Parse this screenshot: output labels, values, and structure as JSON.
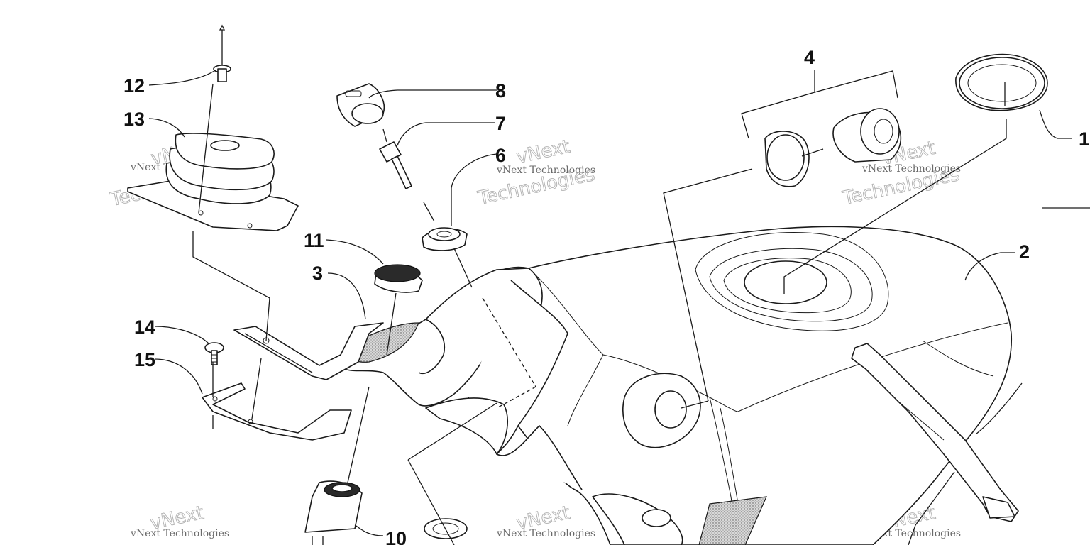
{
  "callouts": {
    "c1": "1",
    "c2": "2",
    "c3": "3",
    "c4": "4",
    "c6": "6",
    "c7": "7",
    "c8": "8",
    "c10": "10",
    "c11": "11",
    "c12": "12",
    "c13": "13",
    "c14": "14",
    "c15": "15"
  },
  "watermark": {
    "line1": "vNext Technologies",
    "line2": "Technologies",
    "logo": "vNext"
  }
}
